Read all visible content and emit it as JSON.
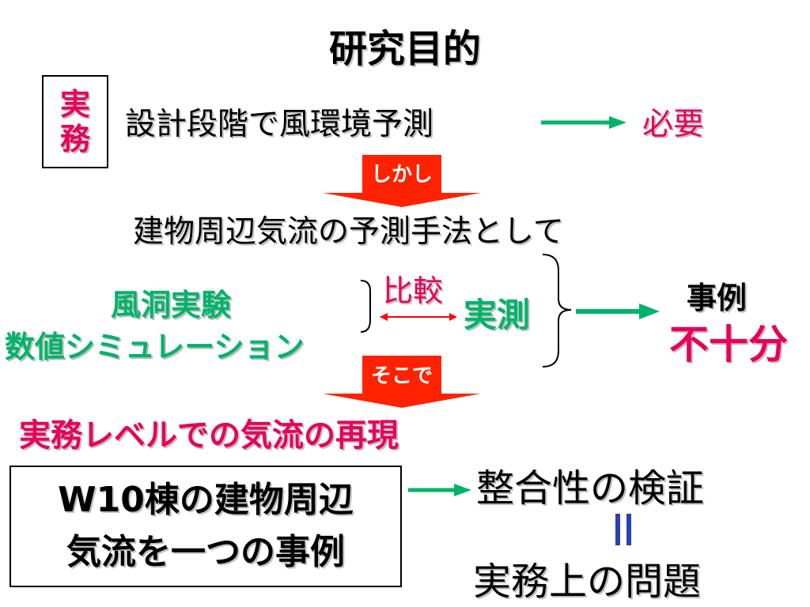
{
  "title": "研究目的",
  "jitsumu_box": {
    "line1": "実",
    "line2": "務"
  },
  "design_stage": "設計段階で風環境予測",
  "necessary": "必要",
  "however": "しかし",
  "prediction_method": "建物周辺気流の予測手法として",
  "methods": {
    "wind_tunnel": "風洞実験",
    "numerical": "数値シミュレーション"
  },
  "comparison": "比較",
  "field_measurement": "実測",
  "cases": "事例",
  "insufficient": "不十分",
  "therefore": "そこで",
  "reproduction": "実務レベルでの気流の再現",
  "w10_box": {
    "line1": "W10棟の建物周辺",
    "line2": "気流を一つの事例"
  },
  "verification": "整合性の検証",
  "equals": "=",
  "practical_problem": "実務上の問題",
  "colors": {
    "accent_pink": "#e8005a",
    "accent_green": "#00b36b",
    "arrow_red": "#ff0000",
    "equals_blue": "#2a3fb8"
  }
}
